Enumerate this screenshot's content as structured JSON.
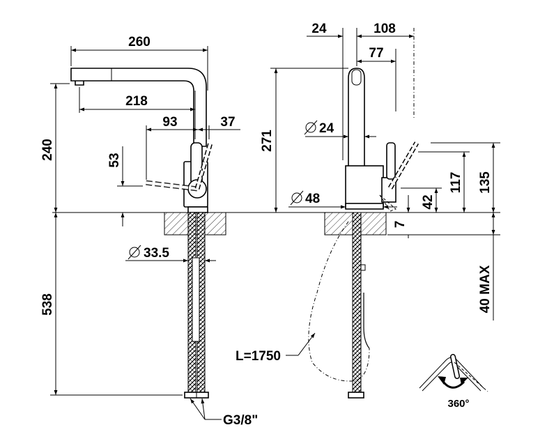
{
  "side_view": {
    "dim_260": "260",
    "dim_218": "218",
    "dim_93": "93",
    "dim_37": "37",
    "dim_240": "240",
    "dim_53": "53",
    "dim_538": "538",
    "dim_d335": "33.5",
    "thread": "G3/8\""
  },
  "front_view": {
    "dim_24": "24",
    "dim_108": "108",
    "dim_77": "77",
    "dim_271": "271",
    "dim_d24": "24",
    "dim_d48": "48",
    "dim_135": "135",
    "dim_117": "117",
    "dim_42": "42",
    "dim_7": "7",
    "dim_40max": "40 MAX",
    "hose_length": "L=1750"
  },
  "rotation": {
    "label": "360°"
  },
  "icons": {
    "diameter": "diameter-symbol-icon",
    "rotation_arrow": "rotation-arrow-icon"
  }
}
